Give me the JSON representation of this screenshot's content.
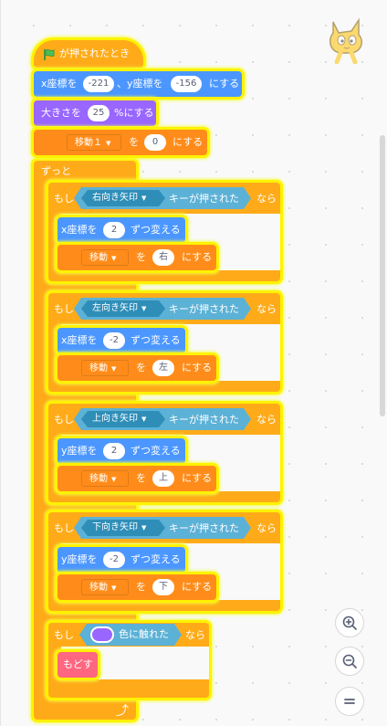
{
  "when_flag": {
    "label": "が押されたとき"
  },
  "goto_xy": {
    "x_label": "x座標を",
    "x_val": "-221",
    "y_label": "、y座標を",
    "y_val": "-156",
    "suffix": "にする"
  },
  "set_size": {
    "label": "大きさを",
    "val": "25",
    "suffix": "%にする"
  },
  "switch_costume1": {
    "var": "移動１",
    "wo": "を",
    "val": "0",
    "suffix": "にする"
  },
  "forever": {
    "label": "ずっと"
  },
  "ifs": [
    {
      "if": "もし",
      "key": "右向き矢印",
      "pressed": "キーが押された",
      "then": "なら",
      "change_label": "x座標を",
      "change_val": "2",
      "change_suffix": "ずつ変える",
      "set_var": "移動",
      "set_wo": "を",
      "set_val": "右",
      "set_suffix": "にする"
    },
    {
      "if": "もし",
      "key": "左向き矢印",
      "pressed": "キーが押された",
      "then": "なら",
      "change_label": "x座標を",
      "change_val": "-2",
      "change_suffix": "ずつ変える",
      "set_var": "移動",
      "set_wo": "を",
      "set_val": "左",
      "set_suffix": "にする"
    },
    {
      "if": "もし",
      "key": "上向き矢印",
      "pressed": "キーが押された",
      "then": "なら",
      "change_label": "y座標を",
      "change_val": "2",
      "change_suffix": "ずつ変える",
      "set_var": "移動",
      "set_wo": "を",
      "set_val": "上",
      "set_suffix": "にする"
    },
    {
      "if": "もし",
      "key": "下向き矢印",
      "pressed": "キーが押された",
      "then": "なら",
      "change_label": "y座標を",
      "change_val": "-2",
      "change_suffix": "ずつ変える",
      "set_var": "移動",
      "set_wo": "を",
      "set_val": "下",
      "set_suffix": "にする"
    }
  ],
  "if_color": {
    "if": "もし",
    "touch": "色に触れた",
    "then": "なら",
    "color": "#9966ff"
  },
  "modosu": {
    "label": "もどす"
  },
  "colors": {
    "events": "#ffab19",
    "motion": "#4c97ff",
    "looks": "#9966ff",
    "sensing": "#5cb1d6",
    "variables": "#ff8c1a",
    "custom": "#ff6680",
    "highlight": "#fff200"
  },
  "icons": {
    "flag": "green-flag-icon",
    "sprite": "scratch-cat-icon",
    "loop": "loop-arrow-icon",
    "zoom_in": "zoom-in-icon",
    "zoom_out": "zoom-out-icon",
    "reset": "zoom-reset-icon"
  }
}
